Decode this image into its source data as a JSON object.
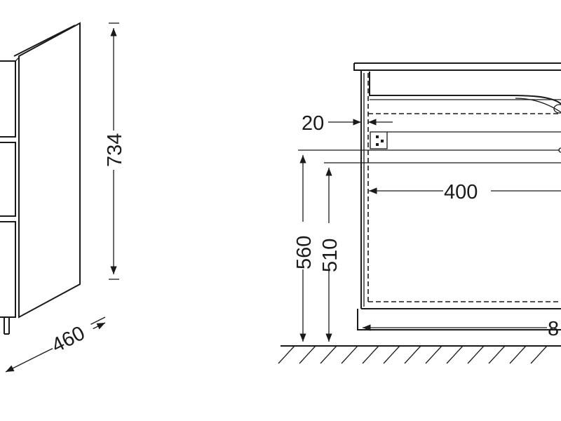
{
  "drawing": {
    "dimensions": {
      "side_height": "734",
      "side_depth": "460",
      "pipe_offset": "20",
      "inner_width": "400",
      "height_560": "560",
      "height_510": "510",
      "total_width_partial": "8"
    }
  }
}
